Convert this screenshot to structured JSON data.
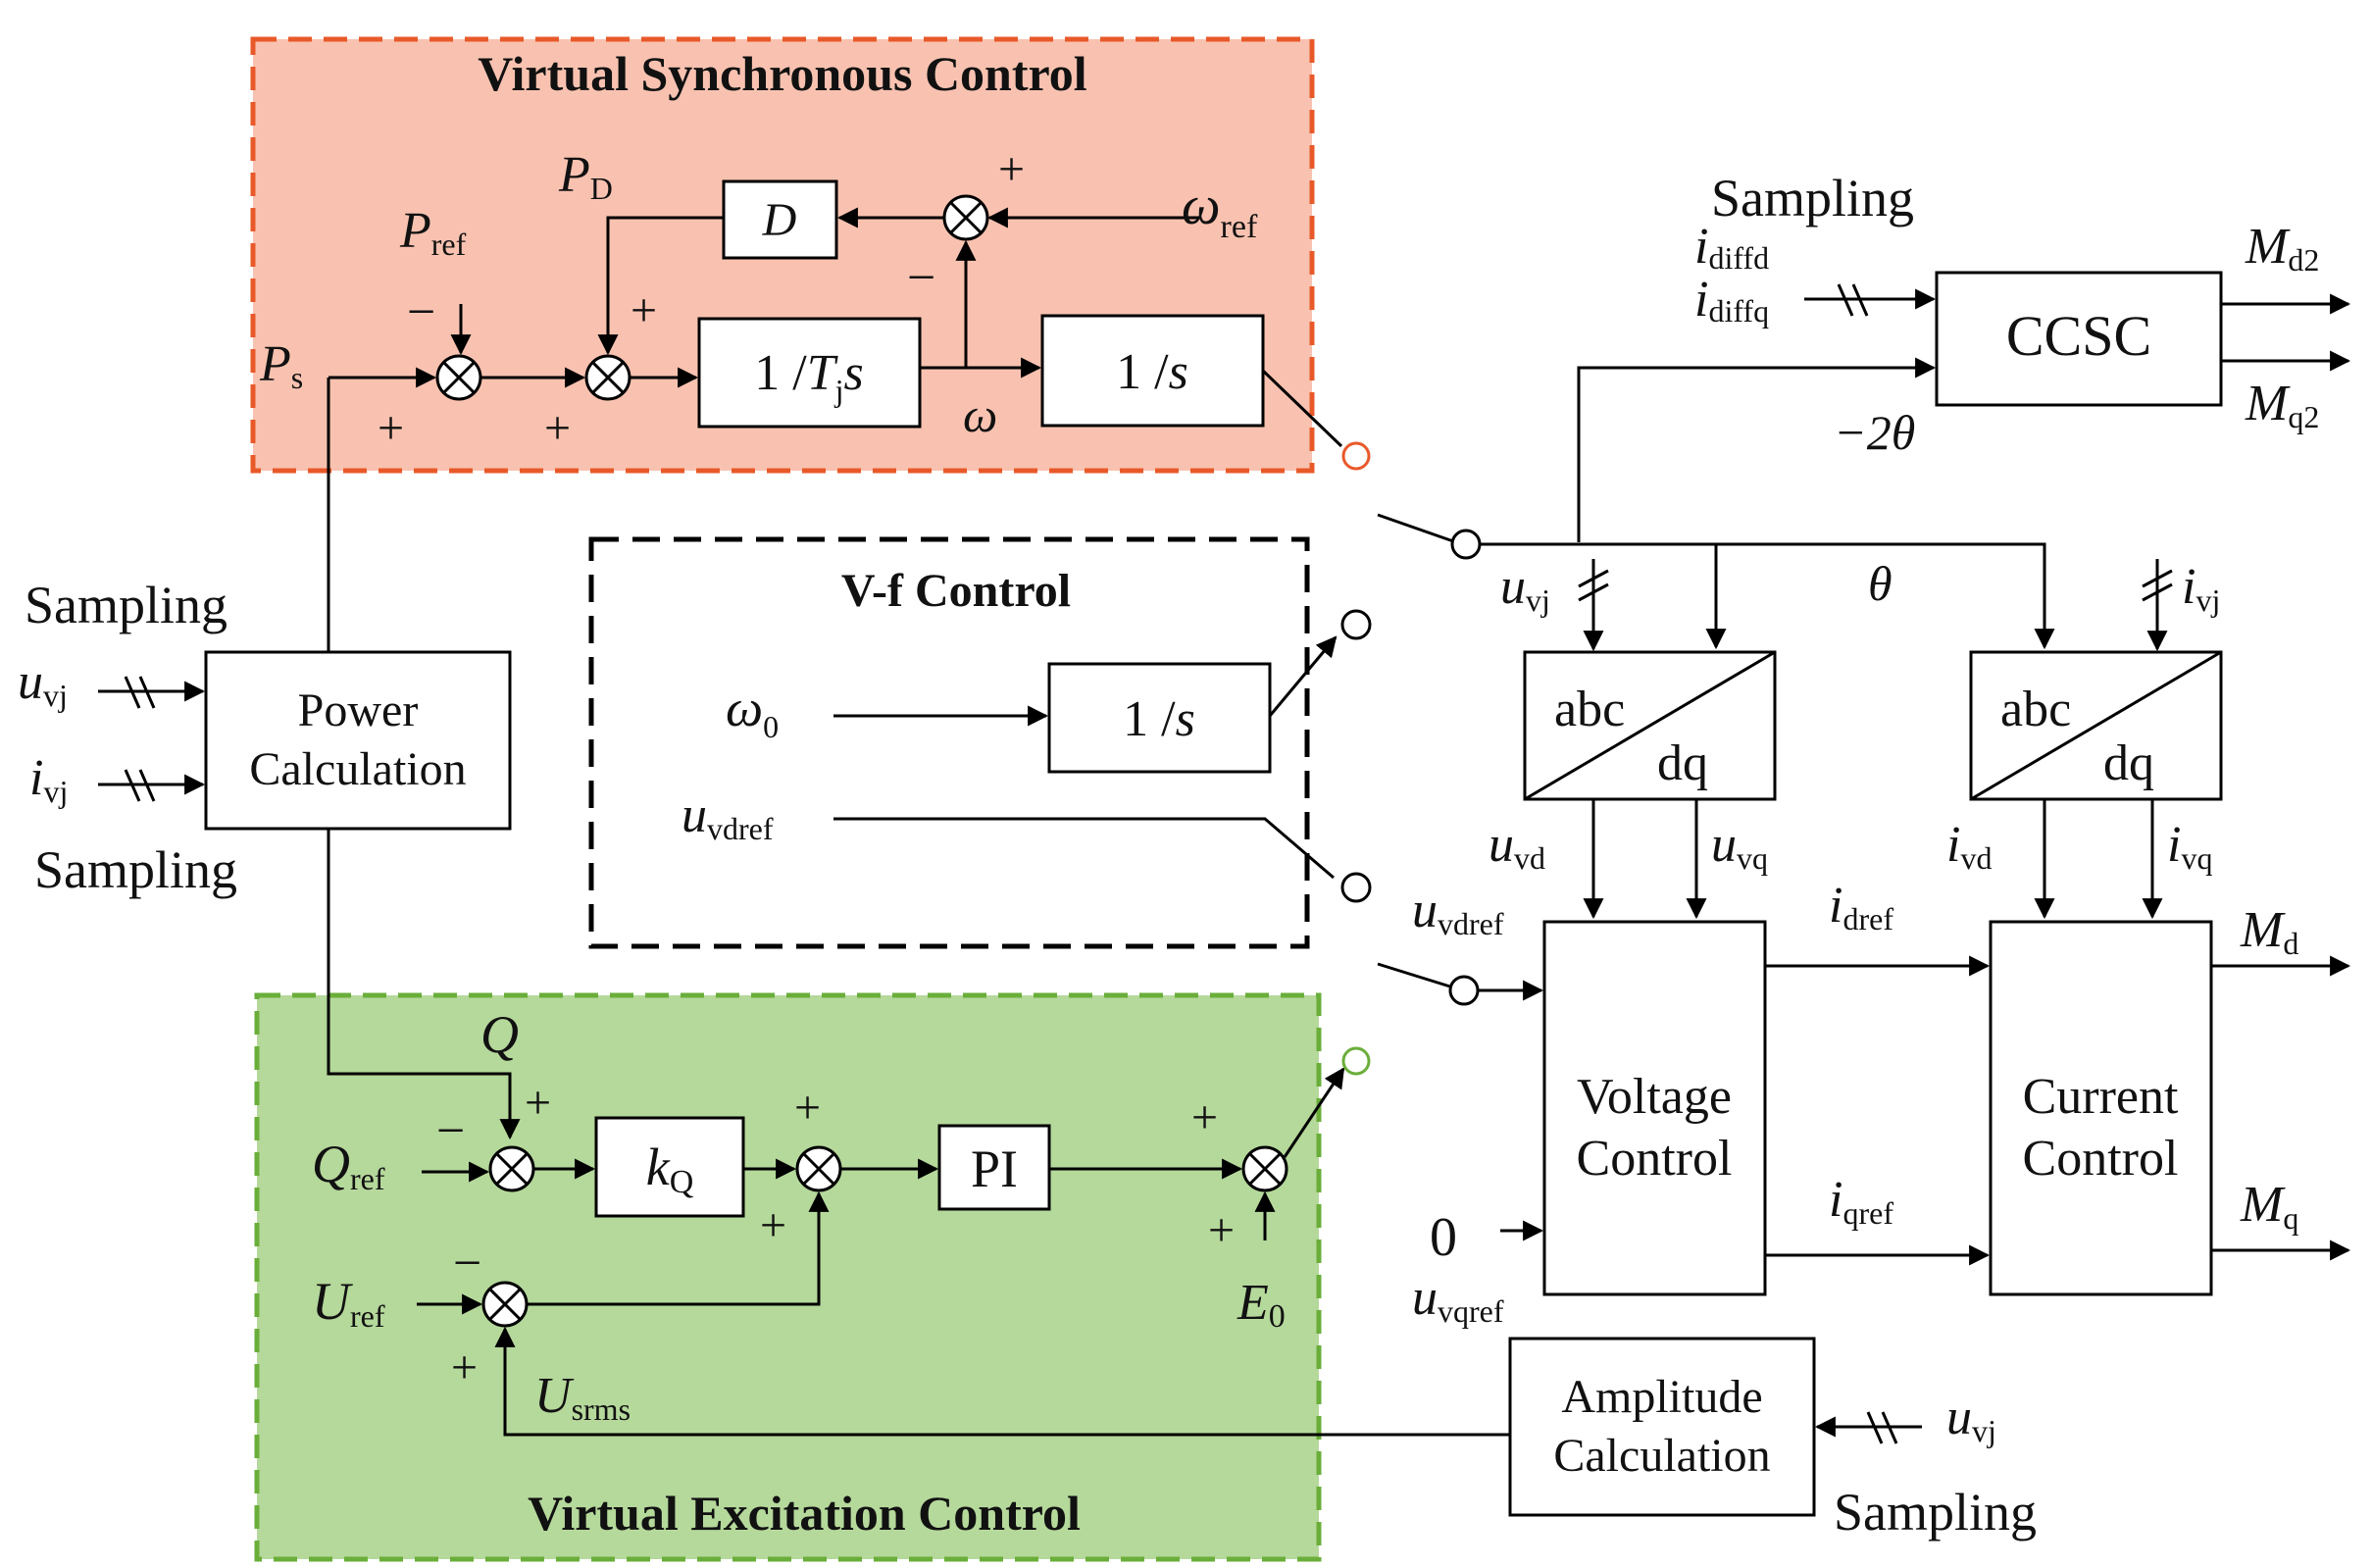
{
  "panels": {
    "vsc_title": "Virtual Synchronous Control",
    "vf_title": "V-f Control",
    "vec_title": "Virtual Excitation Control"
  },
  "blocks": {
    "d": "D",
    "inv_tj_num": "1 /",
    "inv_tj_T": "T",
    "inv_tj_j": "j",
    "inv_tj_s": "s",
    "integ1": "1 /",
    "integ2": "1 /",
    "s": "s",
    "power_calc_1": "Power",
    "power_calc_2": "Calculation",
    "kq_k": "k",
    "kq_Q": "Q",
    "pi": "PI",
    "ccsc": "CCSC",
    "abc": "abc",
    "dq": "dq",
    "voltage_control_1": "Voltage",
    "voltage_control_2": "Control",
    "current_control_1": "Current",
    "current_control_2": "Control",
    "amplitude_calc_1": "Amplitude",
    "amplitude_calc_2": "Calculation"
  },
  "signals": {
    "p_main": "P",
    "p_ref_sub": "ref",
    "p_d_sub": "D",
    "p_s_sub": "s",
    "omega": "ω",
    "omega_ref_sub": "ref",
    "omega_0_sub": "0",
    "u": "u",
    "i": "i",
    "vj": "vj",
    "vdref": "vdref",
    "vqref": "vqref",
    "vd": "vd",
    "vq": "vq",
    "dref": "dref",
    "qref": "qref",
    "diffd": "diffd",
    "diffq": "diffq",
    "q_main": "Q",
    "q_ref_sub": "ref",
    "u_cap": "U",
    "u_ref_sub": "ref",
    "u_srms_sub": "srms",
    "e_main": "E",
    "e_sub": "0",
    "m_main": "M",
    "m_d2": "d2",
    "m_q2": "q2",
    "m_d": "d",
    "m_q": "q",
    "minus_2theta": "−2θ",
    "theta": "θ",
    "zero": "0"
  },
  "labels": {
    "sampling": "Sampling",
    "plus": "+",
    "minus": "−"
  },
  "colors": {
    "vsc_fill": "#F9C2B0",
    "vsc_border": "#E8592A",
    "vec_fill": "#B5D89B",
    "vec_border": "#6AAE3A",
    "vf_border": "#000000"
  }
}
